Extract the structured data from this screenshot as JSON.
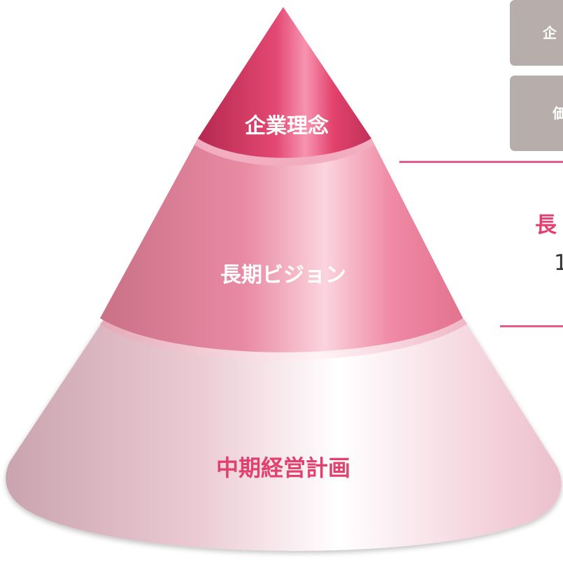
{
  "pyramid": {
    "tiers": [
      {
        "label": "企業理念",
        "text_color": "#ffffff"
      },
      {
        "label": "長期ビジョン",
        "text_color": "#ffffff"
      },
      {
        "label": "中期経営計画",
        "text_color": "#e2416f"
      }
    ],
    "colors": {
      "top_tier": "#d6345f",
      "middle_tier": "#ec8fa8",
      "bottom_tier": "#f6dbe3",
      "highlight": "#ffffff",
      "shadow": "#b9506e"
    }
  },
  "side_panel": {
    "box_1_text": "企",
    "box_2_text": "価",
    "vision_heading": "長",
    "vision_subtext": "1",
    "box_color": "#b7aeab",
    "rule_color": "#e35d86"
  }
}
